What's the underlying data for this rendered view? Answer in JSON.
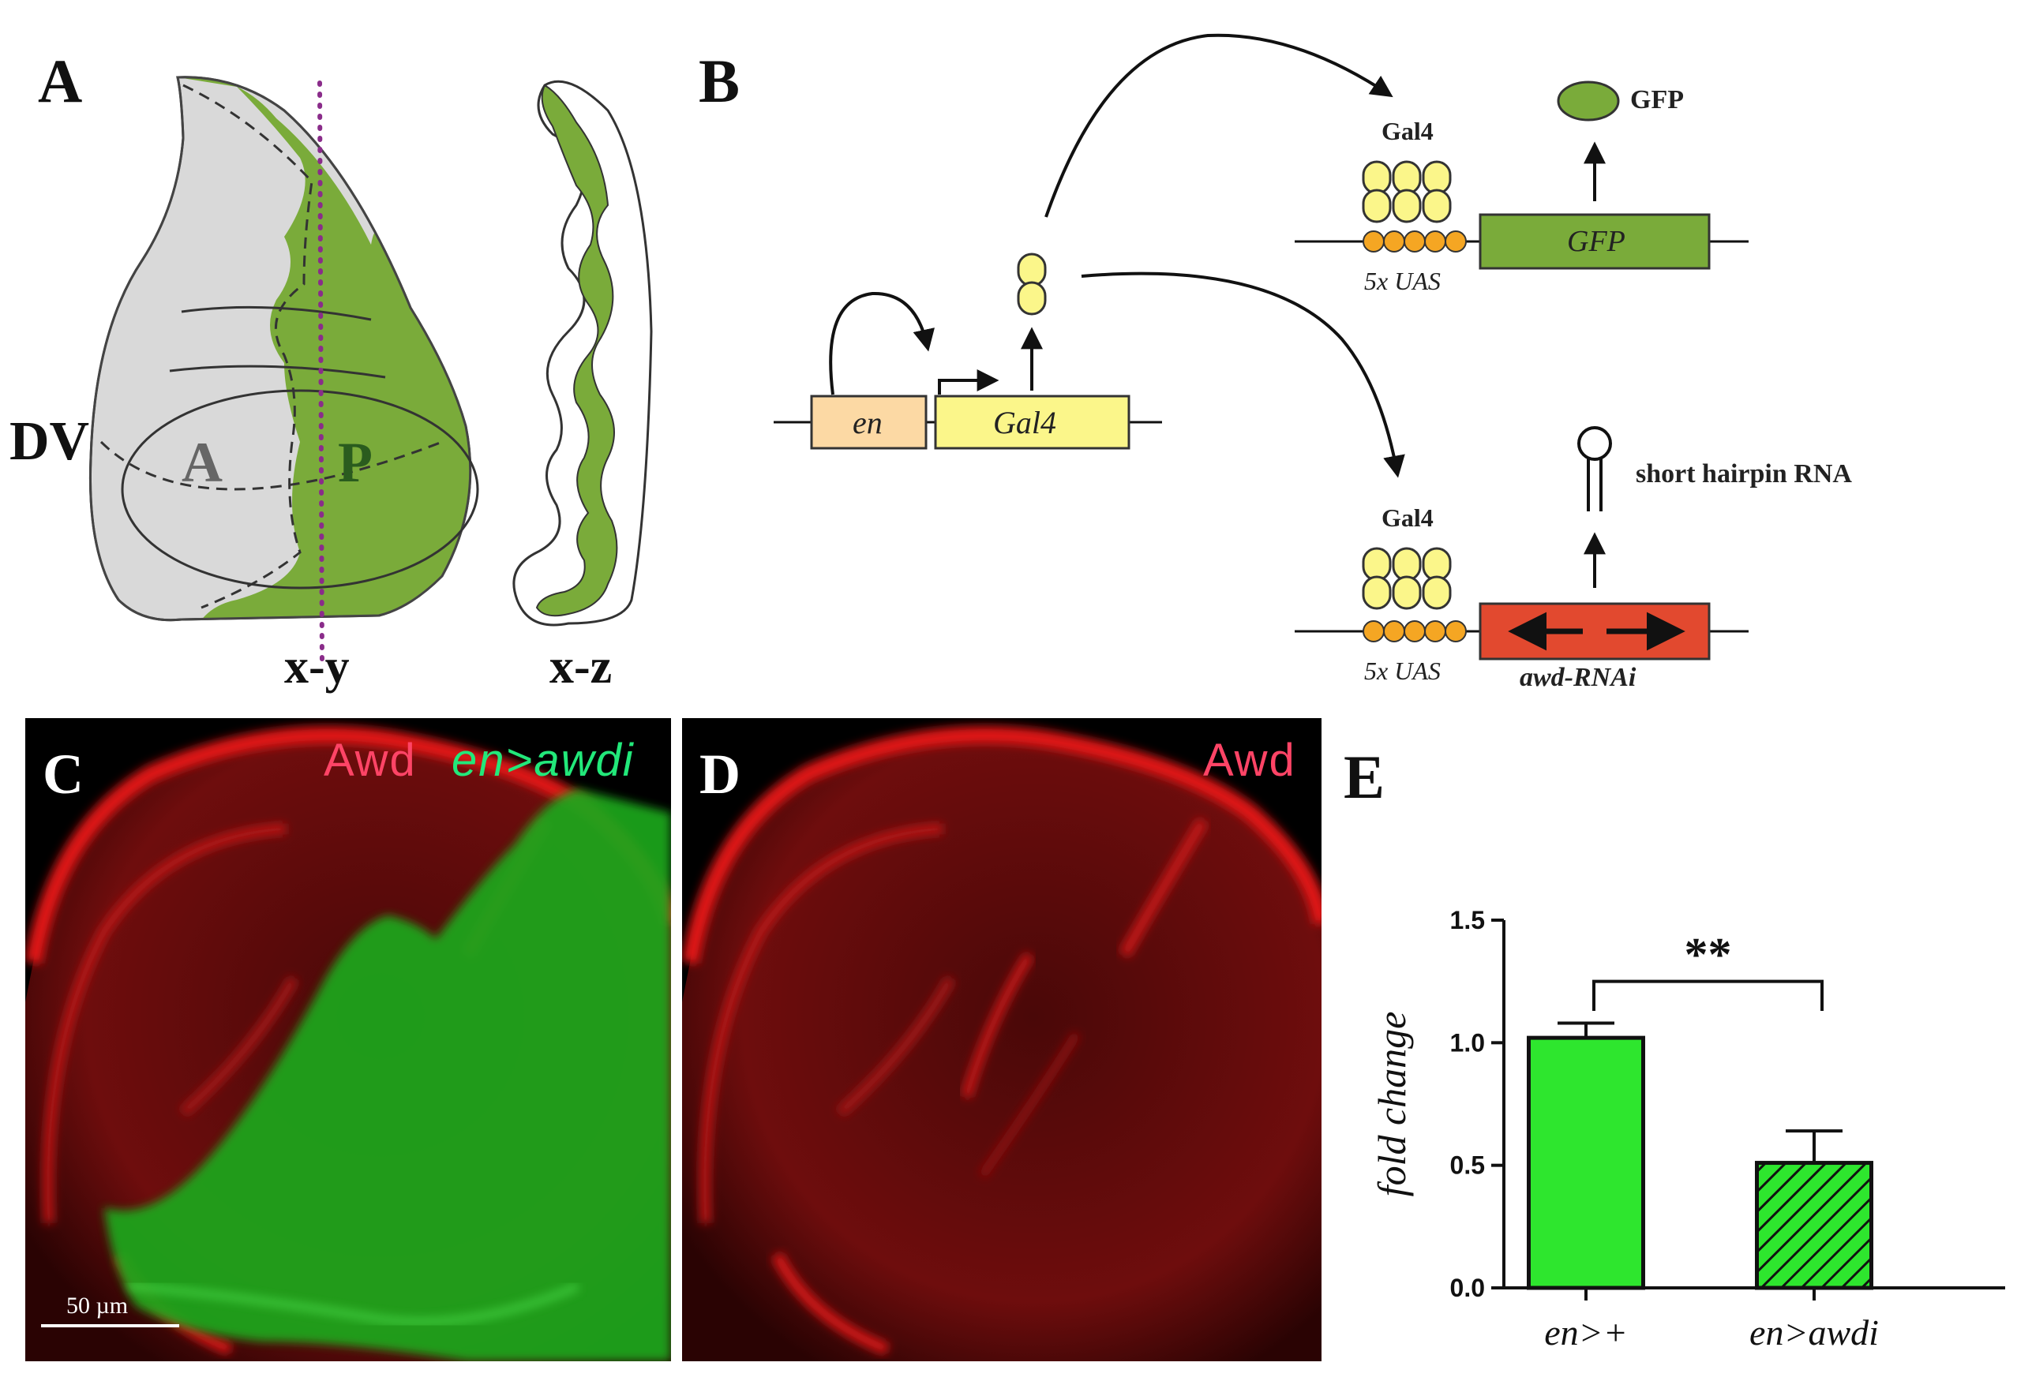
{
  "panels": {
    "A": {
      "letter": "A",
      "dv_label": "DV",
      "anterior_label": "A",
      "posterior_label": "P",
      "xy_label": "x-y",
      "xz_label": "x-z"
    },
    "B": {
      "letter": "B",
      "en_label": "en",
      "gal4_gene_label": "Gal4",
      "gal4_protein_top": "Gal4",
      "gal4_protein_bottom": "Gal4",
      "gfp_protein_label": "GFP",
      "gfp_gene_label": "GFP",
      "uas_top": "5x UAS",
      "uas_bottom": "5x UAS",
      "hairpin_label": "short hairpin RNA",
      "rnai_label": "awd-RNAi"
    },
    "C": {
      "letter": "C",
      "label_red": "Awd",
      "label_green": "en>awdi",
      "scale_bar": "50 µm"
    },
    "D": {
      "letter": "D",
      "label_red": "Awd"
    },
    "E": {
      "letter": "E"
    }
  },
  "colors": {
    "posterior_green": "#7aab3a",
    "anterior_gray": "#d9d9d9",
    "gal4_yellow": "#fbf68a",
    "en_peach": "#fcd9a4",
    "uas_orange": "#f5a623",
    "rnai_red": "#e2492f",
    "bar_green": "#2ee62e",
    "awd_red": "#ff2a2a",
    "label_pink": "#ff4466",
    "label_green": "#22e87a"
  },
  "chart_data": {
    "type": "bar",
    "categories": [
      "en>+",
      "en>awdi"
    ],
    "values": [
      1.02,
      0.51
    ],
    "errors": [
      0.06,
      0.13
    ],
    "ylabel": "fold change",
    "ylim": [
      0,
      1.5
    ],
    "yticks": [
      "0.0",
      "0.5",
      "1.0",
      "1.5"
    ],
    "ytick_values": [
      0,
      0.5,
      1.0,
      1.5
    ],
    "significance": "**",
    "bar_styles": [
      "solid",
      "hatched"
    ],
    "grid": false
  }
}
